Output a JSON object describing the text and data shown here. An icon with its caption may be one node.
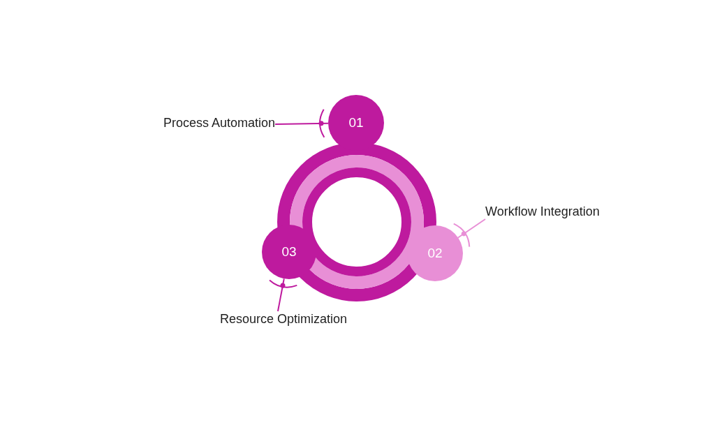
{
  "diagram": {
    "nodes": [
      {
        "text": [
          "01"
        ]
      },
      {
        "text": [
          "02"
        ]
      },
      {
        "text": [
          "03"
        ]
      },
      {
        "text": [
          "Process Automation"
        ]
      },
      {
        "text": [
          "Workflow Integration"
        ]
      },
      {
        "text": [
          "Resource Optimization"
        ]
      }
    ],
    "edges": [
      {
        "from": 3,
        "to": 0,
        "arrow": "other"
      },
      {
        "from": 4,
        "to": 1,
        "arrow": "other",
        "color": "#e88fd6"
      },
      {
        "from": 5,
        "to": 2,
        "arrow": "other"
      }
    ]
  }
}
